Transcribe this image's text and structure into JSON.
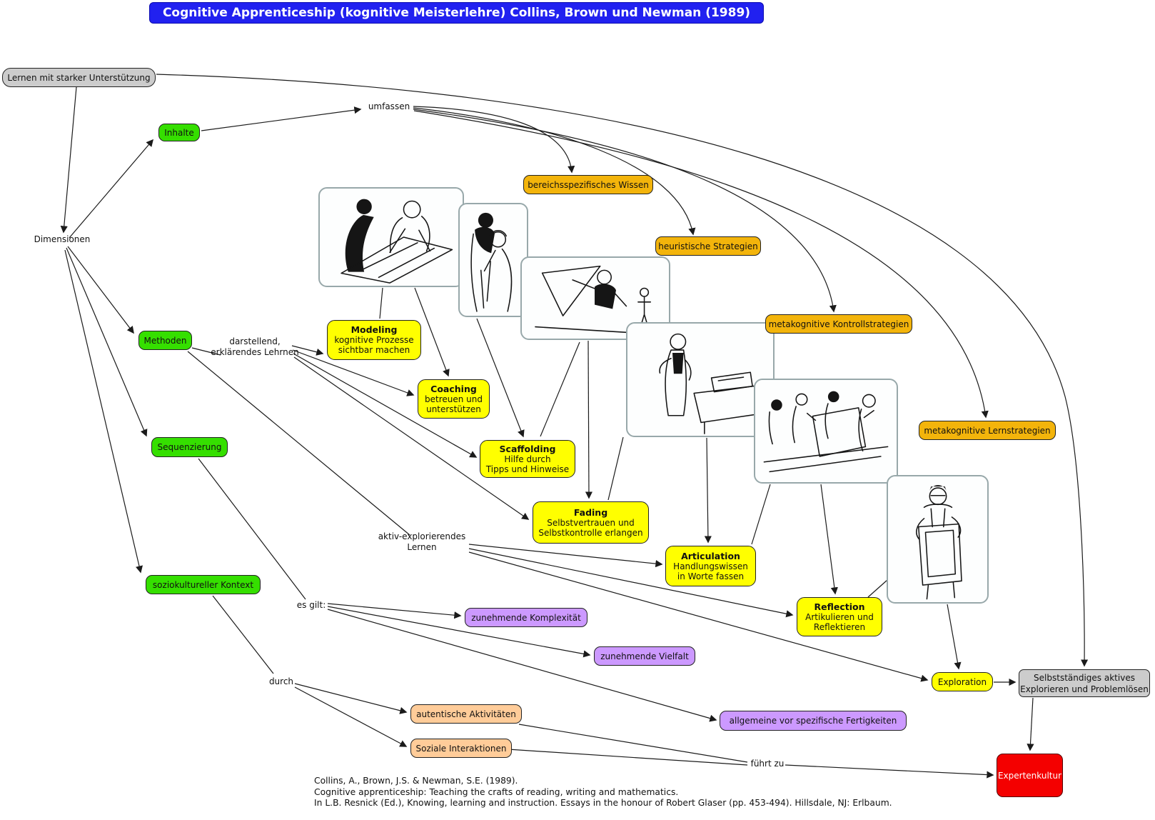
{
  "title": "Cognitive Apprenticeship (kognitive Meisterlehre) Collins, Brown und Newman (1989)",
  "colors": {
    "title_bg": "#2121f0",
    "green": "#35df00",
    "yellow": "#ffff00",
    "orange": "#f3b40b",
    "purple": "#cc99ff",
    "peach": "#ffcc99",
    "gray": "#cccccc",
    "red": "#f40000"
  },
  "labels": {
    "umfassen": "umfassen",
    "dimensionen": "Dimensionen",
    "darstellend": [
      "darstellend,",
      "erklärendes Lehrnen"
    ],
    "aktiv": [
      "aktiv-explorierendes",
      "Lernen"
    ],
    "es_gilt": "es gilt:",
    "durch": "durch",
    "fuehrt_zu": "führt zu"
  },
  "nodes": {
    "lernen_mit_unterstuetzung": "Lernen mit starker Unterstützung",
    "inhalte": "Inhalte",
    "methoden": "Methoden",
    "sequenzierung": "Sequenzierung",
    "soziokultureller_kontext": "soziokultureller Kontext",
    "bereichsspezifisches_wissen": "bereichsspezifisches Wissen",
    "heuristische_strategien": "heuristische Strategien",
    "metakognitive_kontrollstrategien": "metakognitive Kontrollstrategien",
    "metakognitive_lernstrategien": "metakognitive Lernstrategien",
    "modeling": {
      "title": "Modeling",
      "lines": [
        "kognitive Prozesse",
        "sichtbar machen"
      ]
    },
    "coaching": {
      "title": "Coaching",
      "lines": [
        "betreuen und",
        "unterstützen"
      ]
    },
    "scaffolding": {
      "title": "Scaffolding",
      "lines": [
        "Hilfe durch",
        "Tipps und Hinweise"
      ]
    },
    "fading": {
      "title": "Fading",
      "lines": [
        "Selbstvertrauen und",
        "Selbstkontrolle erlangen"
      ]
    },
    "articulation": {
      "title": "Articulation",
      "lines": [
        "Handlungswissen",
        "in Worte fassen"
      ]
    },
    "reflection": {
      "title": "Reflection",
      "lines": [
        "Artikulieren und",
        "Reflektieren"
      ]
    },
    "exploration": "Exploration",
    "zunehmende_komplexitaet": "zunehmende Komplexität",
    "zunehmende_vielfalt": "zunehmende Vielfalt",
    "allgemeine_vor_spezifische": "allgemeine vor spezifische Fertigkeiten",
    "autentische_aktivitaeten": "autentische Aktivitäten",
    "soziale_interaktionen": "Soziale Interaktionen",
    "selbststaendiges": [
      "Selbstständiges aktives",
      "Explorieren und Problemlösen"
    ],
    "expertenkultur": "Expertenkultur"
  },
  "images": [
    {
      "name": "sketch-modeling",
      "alt": "master and apprentice leaning over a window frame on a workbench"
    },
    {
      "name": "sketch-coaching",
      "alt": "two workers close together, one guiding the other with a tool"
    },
    {
      "name": "sketch-scaffolding",
      "alt": "apprentice holding a triangular frame while the master stands aside"
    },
    {
      "name": "sketch-articulation",
      "alt": "man standing and explaining beside a workbench with an apparatus"
    },
    {
      "name": "sketch-reflection",
      "alt": "group of men discussing a panel at a workbench"
    },
    {
      "name": "sketch-exploration",
      "alt": "young man in overalls holding a framed panel"
    }
  ],
  "citation": [
    "Collins, A., Brown, J.S. & Newman, S.E. (1989).",
    "Cognitive apprenticeship: Teaching the crafts of reading, writing and mathematics.",
    "In L.B. Resnick (Ed.), Knowing, learning and instruction. Essays in the honour of Robert Glaser (pp. 453-494). Hillsdale, NJ: Erlbaum."
  ]
}
